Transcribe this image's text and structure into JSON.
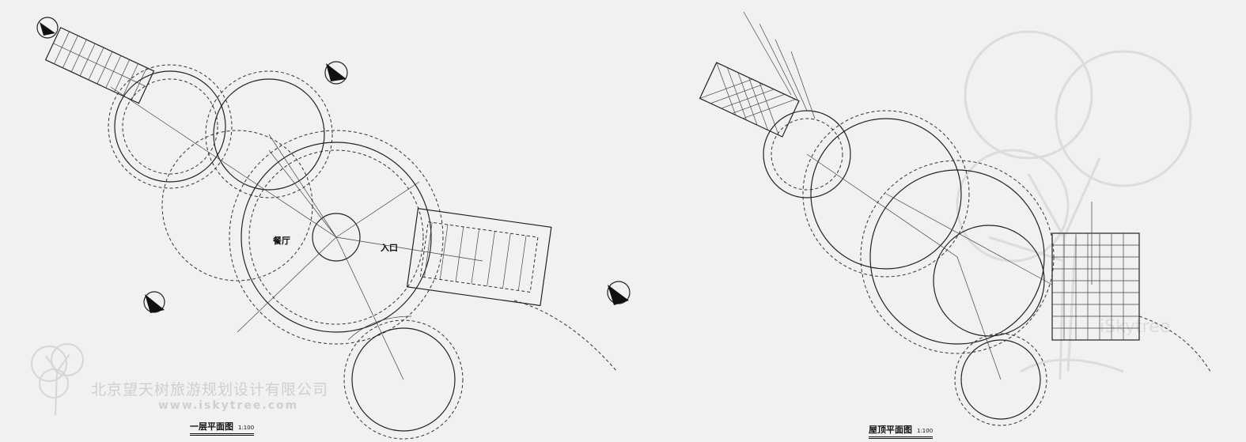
{
  "drawings": [
    {
      "title": "一层平面图",
      "scale": "1:100",
      "rooms": [
        "餐厅",
        "入口"
      ]
    },
    {
      "title": "屋顶平面图",
      "scale": "1:100"
    }
  ],
  "watermark": {
    "company": "北京望天树旅游规划设计有限公司",
    "url": "www.iskytree.com",
    "brand": "iSkytree"
  },
  "colors": {
    "line": "#222222",
    "background": "#f1f1f0",
    "watermark": "#cfcfcf"
  }
}
